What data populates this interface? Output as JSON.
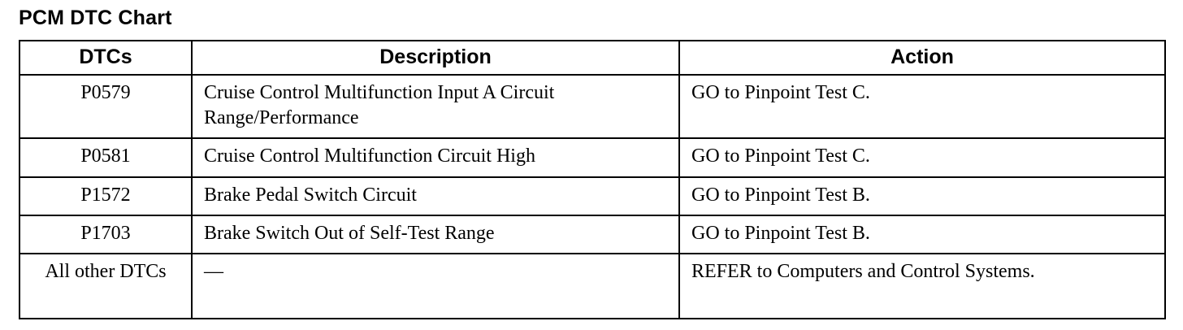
{
  "page": {
    "title": "PCM DTC Chart"
  },
  "table": {
    "headers": [
      "DTCs",
      "Description",
      "Action"
    ],
    "rows": [
      {
        "dtc": "P0579",
        "description": "Cruise Control Multifunction Input A Circuit Range/Performance",
        "action": "GO to Pinpoint Test C."
      },
      {
        "dtc": "P0581",
        "description": "Cruise Control Multifunction Circuit High",
        "action": "GO to Pinpoint Test C."
      },
      {
        "dtc": "P1572",
        "description": "Brake Pedal Switch Circuit",
        "action": "GO to Pinpoint Test B."
      },
      {
        "dtc": "P1703",
        "description": "Brake Switch Out of Self-Test Range",
        "action": "GO to Pinpoint Test B."
      },
      {
        "dtc": "All other DTCs",
        "description": "—",
        "action": "REFER to Computers and Control Systems."
      }
    ]
  }
}
